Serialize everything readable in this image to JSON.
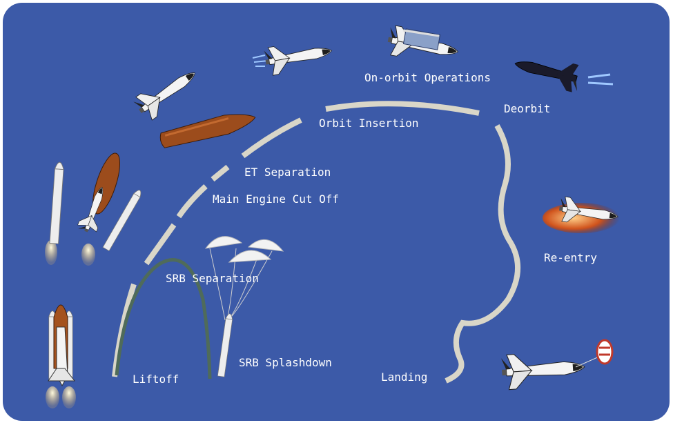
{
  "colors": {
    "background": "#3c5aa8",
    "ascent_path": "#d9d6c8",
    "srb_arc": "#4f6b5a",
    "label": "#ffffff"
  },
  "stages": {
    "liftoff": "Liftoff",
    "srb_separation": "SRB Separation",
    "srb_splashdown": "SRB Splashdown",
    "main_engine_cut_off": "Main Engine Cut Off",
    "et_separation": "ET Separation",
    "orbit_insertion": "Orbit Insertion",
    "on_orbit_operations": "On-orbit Operations",
    "deorbit": "Deorbit",
    "reentry": "Re-entry",
    "landing": "Landing"
  },
  "illustrations": [
    "shuttle-on-pad",
    "shuttle-launch-with-srbs",
    "external-tank",
    "shuttle-after-et-separation",
    "shuttle-orbit-insertion",
    "shuttle-payload-bay-open",
    "shuttle-deorbit-burn",
    "shuttle-reentry-plasma",
    "shuttle-landing-drag-chute",
    "srb-parachutes"
  ]
}
